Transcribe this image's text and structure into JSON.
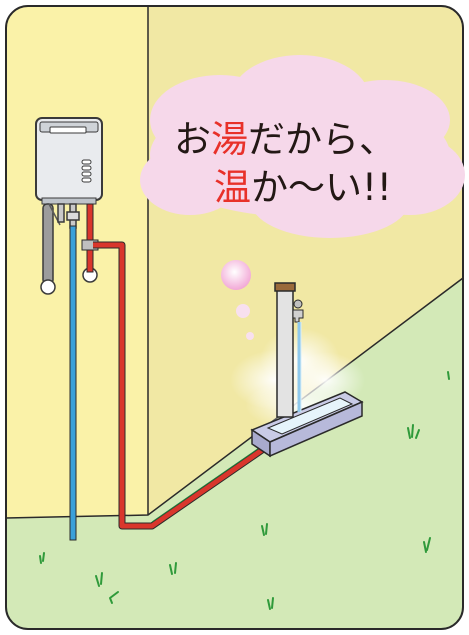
{
  "bubble": {
    "line1": {
      "pre": "お",
      "highlight": "湯",
      "post": "だから、"
    },
    "line2": {
      "pre": "",
      "highlight": "温",
      "post": "か〜い!!"
    }
  },
  "colors": {
    "highlight": "#e8312a",
    "text": "#231815",
    "wall_left": "#faf2a8",
    "wall_right": "#f1e8a4",
    "grass": "#d3e9b7",
    "bubble": "#f6d8ea",
    "hot_pipe": "#d9362c",
    "cold_pipe": "#3aa0d9"
  },
  "icons": {
    "heater": "water-heater-icon",
    "faucet": "garden-faucet-icon",
    "steam": "steam-icon"
  }
}
